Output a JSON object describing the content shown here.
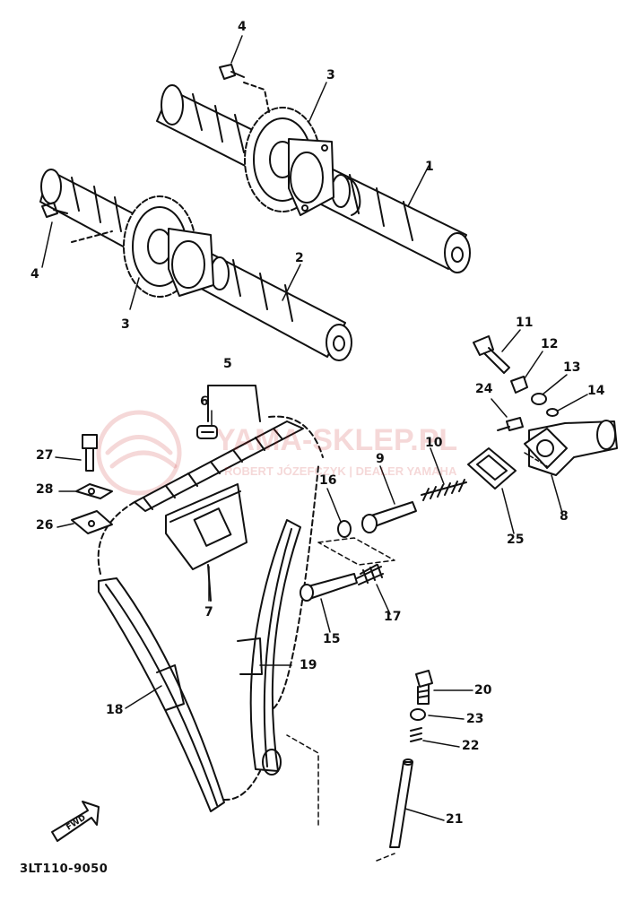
{
  "diagram": {
    "part_code": "3LT110-9050",
    "fwd_label": "FWD",
    "watermark": {
      "brand": "YAMA-SKLEP.PL",
      "subtitle": "ROBERT JÓZEFCZYK | DEALER YAMAHA"
    },
    "callouts": [
      "1",
      "2",
      "3",
      "3",
      "4",
      "4",
      "5",
      "6",
      "7",
      "8",
      "9",
      "10",
      "11",
      "12",
      "13",
      "14",
      "15",
      "16",
      "17",
      "18",
      "19",
      "20",
      "21",
      "22",
      "23",
      "24",
      "25",
      "26",
      "27",
      "28"
    ],
    "colors": {
      "line": "#111111",
      "watermark": "#c82828"
    }
  }
}
